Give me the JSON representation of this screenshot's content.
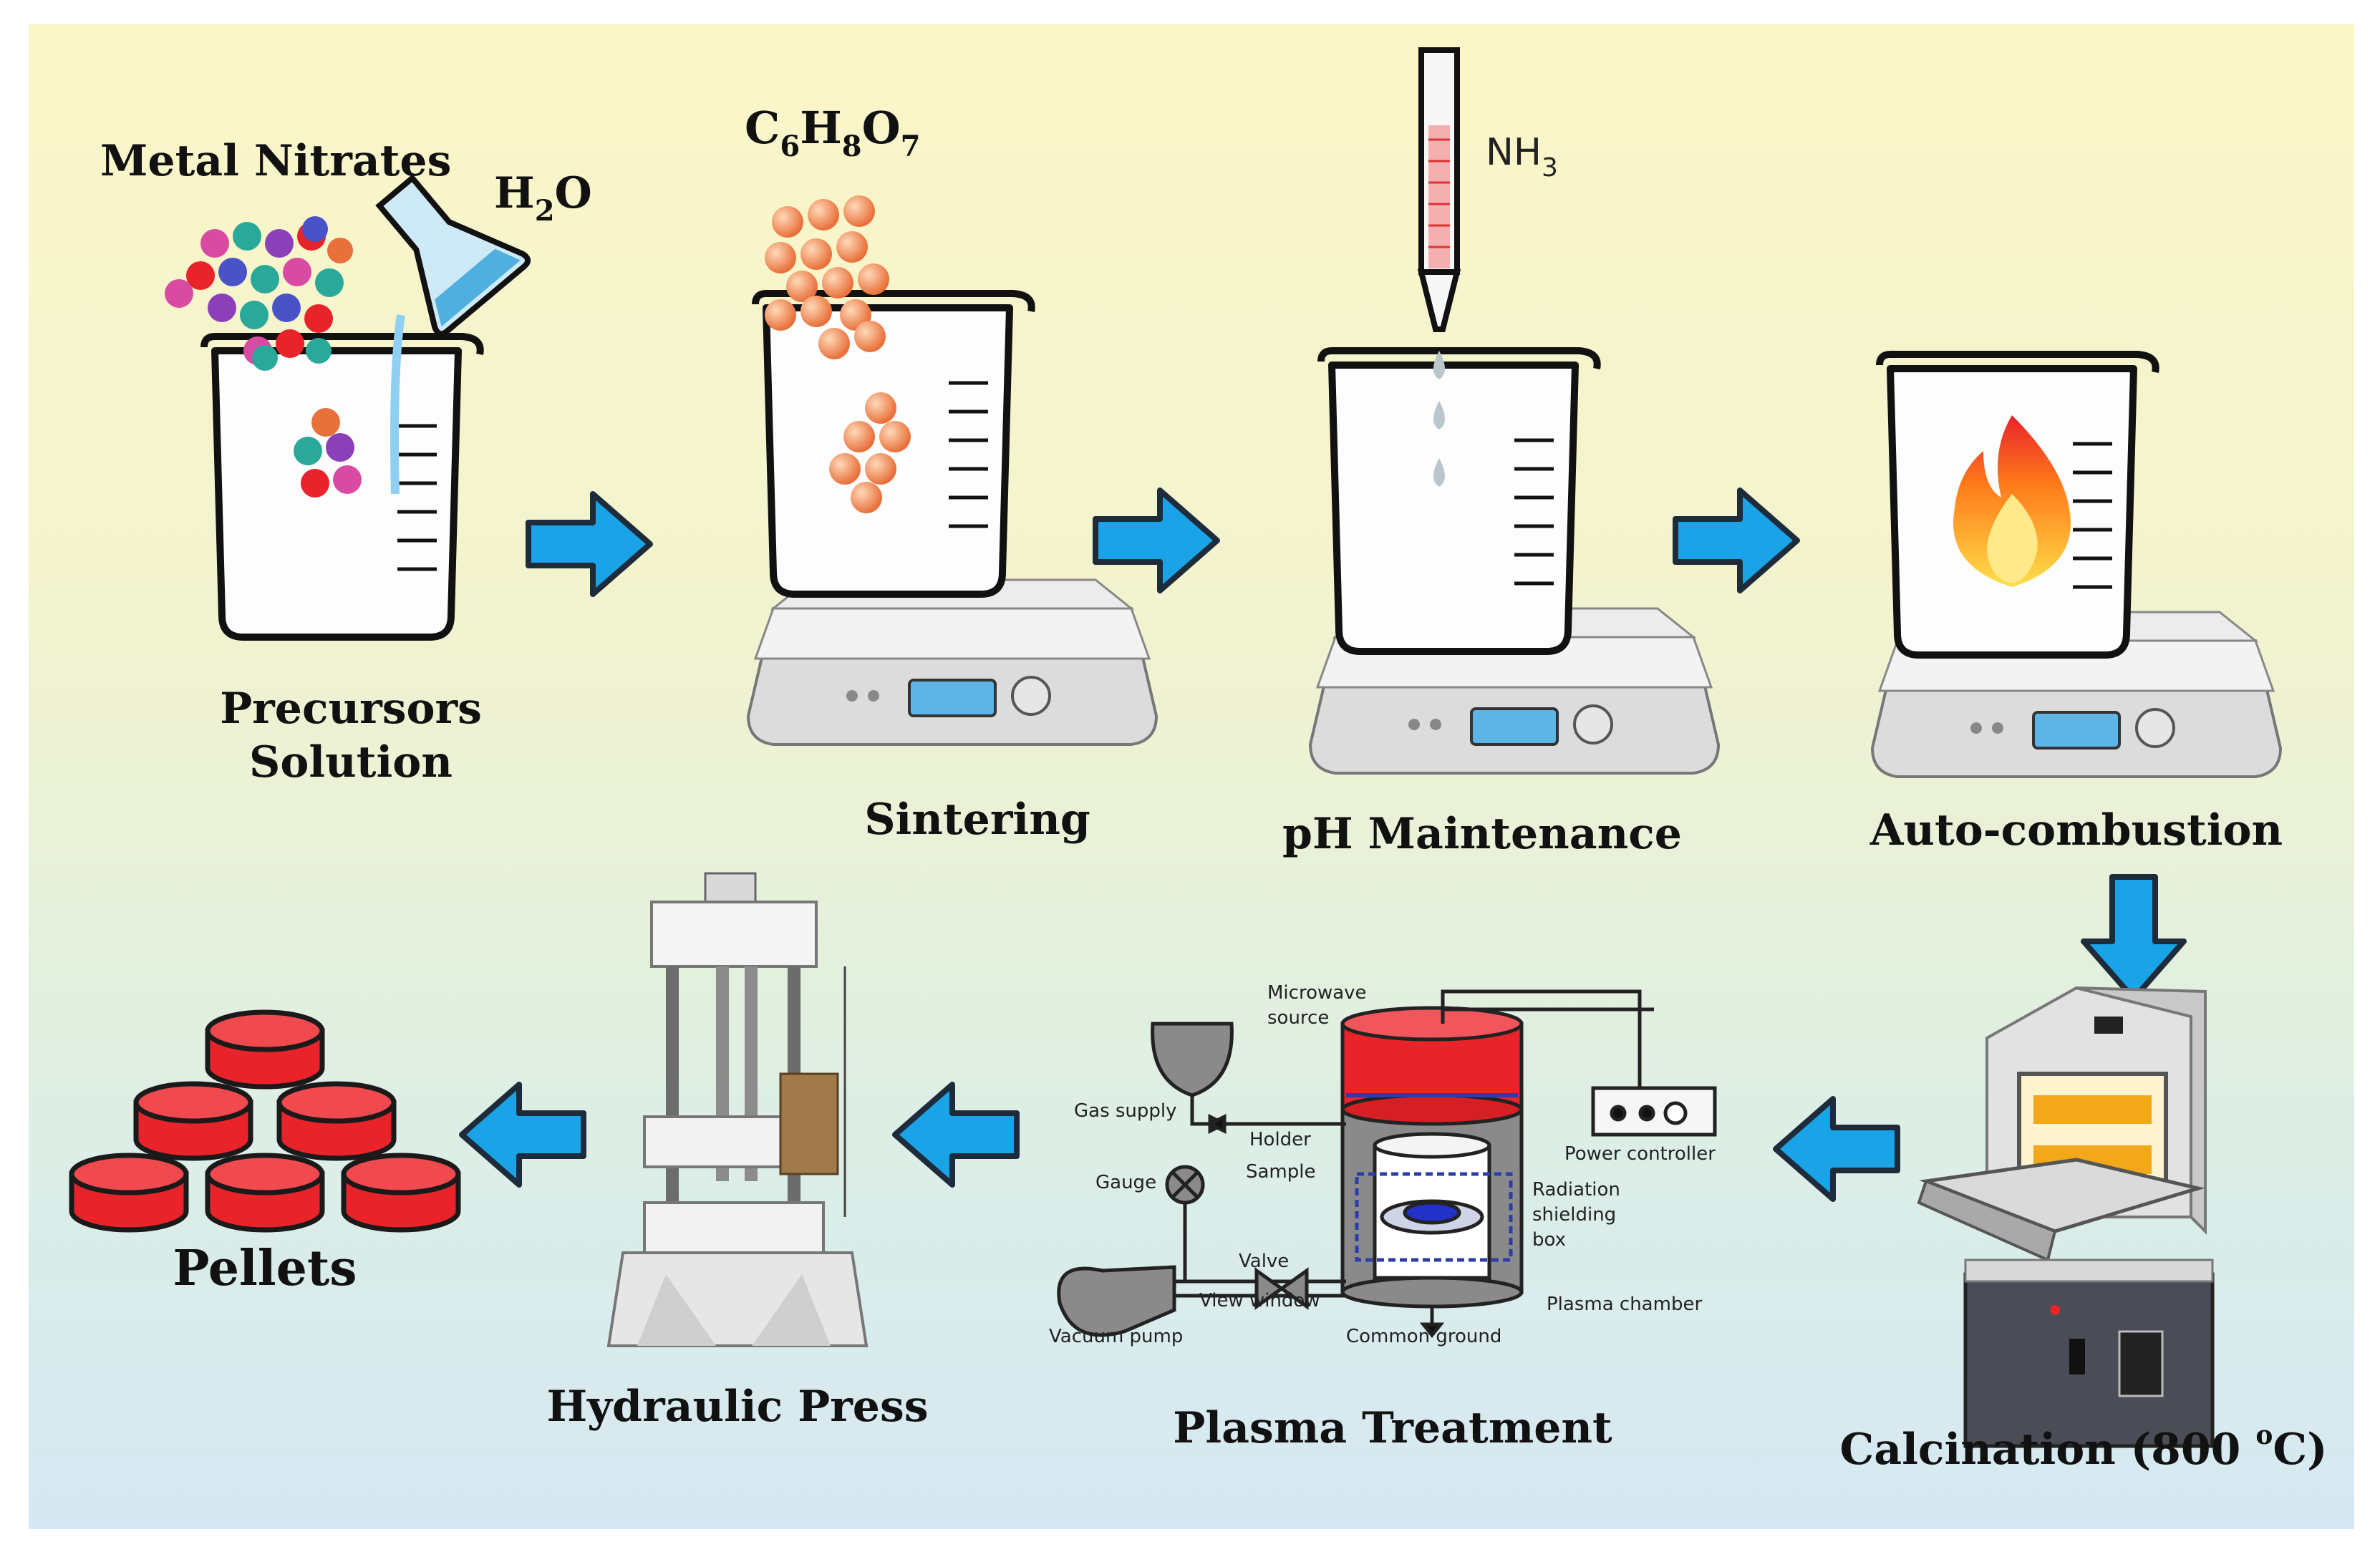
{
  "steps": {
    "precursors": {
      "line1": "Precursors",
      "line2": "Solution"
    },
    "sintering": "Sintering",
    "ph": "pH Maintenance",
    "autocombustion": "Auto-combustion",
    "calcination": {
      "prefix": "Calcination (800 ",
      "degree": "o",
      "suffix": "C)"
    },
    "plasma": "Plasma Treatment",
    "press": "Hydraulic Press",
    "pellets": "Pellets"
  },
  "reagents": {
    "metal_nitrates": "Metal Nitrates",
    "water": {
      "a": "H",
      "sub": "2",
      "b": "O"
    },
    "citric": {
      "c": "C",
      "c_sub": "6",
      "h": "H",
      "h_sub": "8",
      "o": "O",
      "o_sub": "7"
    },
    "ammonia": {
      "a": "NH",
      "sub": "3"
    }
  },
  "plasma_labels": {
    "microwave1": "Microwave",
    "microwave2": "source",
    "gas_supply": "Gas supply",
    "holder": "Holder",
    "sample": "Sample",
    "gauge": "Gauge",
    "valve": "Valve",
    "view_window": "View window",
    "vacuum_pump": "Vacuum pump",
    "common_ground": "Common ground",
    "plasma_chamber": "Plasma chamber",
    "power_controller": "Power controller",
    "radiation1": "Radiation",
    "radiation2": "shielding",
    "radiation3": "box"
  },
  "colors": {
    "arrow": "#1aa3e6",
    "liquid": "#1f6b3a",
    "pellet": "#e8232a",
    "beaker": "#1a1a1a"
  }
}
